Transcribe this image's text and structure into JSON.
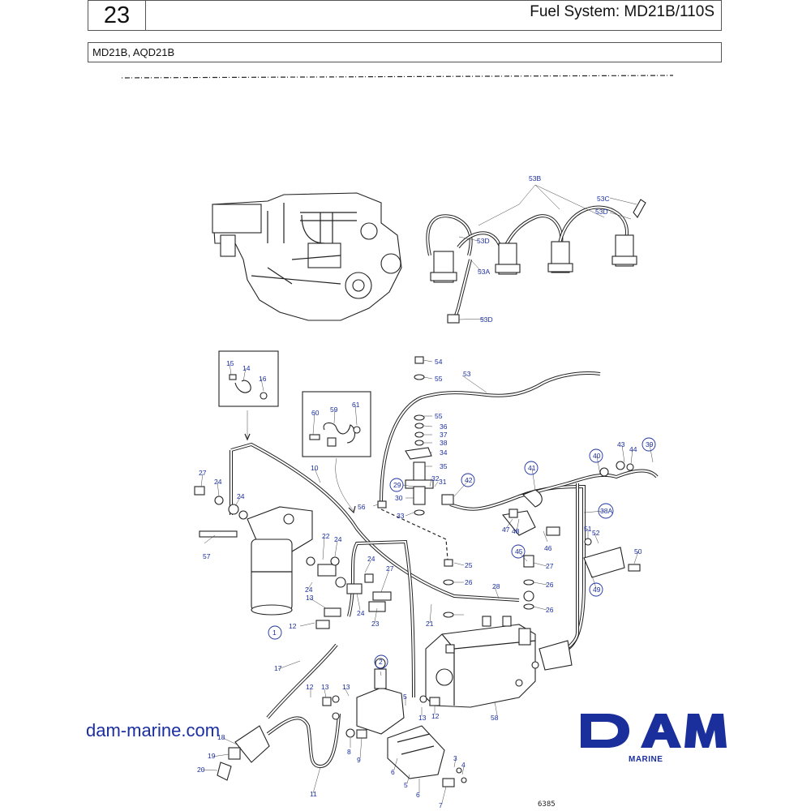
{
  "header": {
    "page_number": "23",
    "title": "Fuel System: MD21B/110S",
    "models": "MD21B, AQD21B"
  },
  "footer": {
    "site": "dam-marine.com",
    "brand_sub": "MARINE",
    "drawing_code": "6385"
  },
  "callouts": {
    "c53b": "53B",
    "c53c": "53C",
    "c53d_a": "53D",
    "c53d_b": "53D",
    "c53a": "53A",
    "c53d_c": "53D",
    "c54": "54",
    "c55_a": "55",
    "c53": "53",
    "c55_b": "55",
    "c36": "36",
    "c37": "37",
    "c38": "38",
    "c34": "34",
    "c35": "35",
    "c29": "29",
    "c32": "32",
    "c31": "31",
    "c30": "30",
    "c33": "33",
    "c56": "56",
    "c42": "42",
    "c41": "41",
    "c40": "40",
    "c43": "43",
    "c44": "44",
    "c39": "39",
    "c38a": "38A",
    "c47": "47",
    "c48": "48",
    "c46": "46",
    "c51": "51",
    "c52": "52",
    "c50": "50",
    "c49": "49",
    "c45": "45",
    "c27_r": "27",
    "c26_a": "26",
    "c26_b": "26",
    "c26_c": "26",
    "c25": "25",
    "c28": "28",
    "c15": "15",
    "c14": "14",
    "c16": "16",
    "c59": "59",
    "c60": "60",
    "c61": "61",
    "c10": "10",
    "c27_l": "27",
    "c24_a": "24",
    "c24_b": "24",
    "c57": "57",
    "c22": "22",
    "c24_c": "24",
    "c24_d": "24",
    "c27_m": "27",
    "c24_e": "24",
    "c13_a": "13",
    "c24_f": "24",
    "c23": "23",
    "c12_a": "12",
    "c1": "1",
    "c21": "21",
    "c17": "17",
    "c2": "2",
    "c12_b": "12",
    "c13_b": "13",
    "c13_c": "13",
    "c5": "5",
    "c13_d": "13",
    "c12_c": "12",
    "c58": "58",
    "c18": "18",
    "c19": "19",
    "c20": "20",
    "c8": "8",
    "c9": "9",
    "c6_a": "6",
    "c6_b": "6",
    "c3": "3",
    "c4": "4",
    "c7": "7",
    "c11": "11"
  },
  "colors": {
    "callout_blue": "#1a2ea0",
    "brand_blue": "#1a2e9c",
    "line": "#222222"
  }
}
